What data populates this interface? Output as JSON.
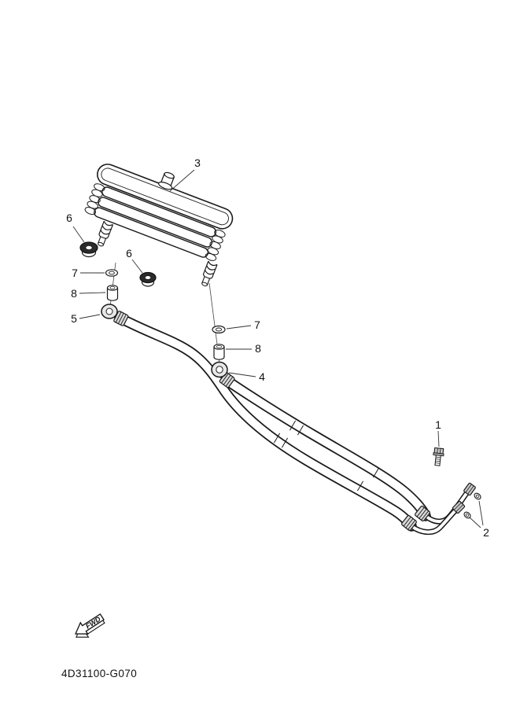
{
  "colors": {
    "ink": "#1a1a1a",
    "paper": "#ffffff",
    "metal_fill": "#c8c8c8"
  },
  "diagram": {
    "code": "4D31100-G070",
    "fwd_label": "FWD",
    "callouts": {
      "n1": "1",
      "n2": "2",
      "n3": "3",
      "n4": "4",
      "n5": "5",
      "n6a": "6",
      "n6b": "6",
      "n7a": "7",
      "n7b": "7",
      "n8a": "8",
      "n8b": "8"
    }
  }
}
